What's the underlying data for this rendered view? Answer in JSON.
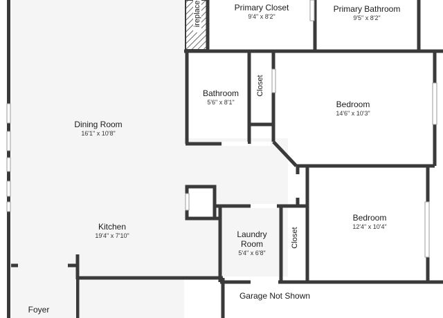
{
  "colors": {
    "wall": "#3a3a3a",
    "floor": "#f5f5f5",
    "window": "#d9d9d9",
    "hatch": "#6a6a6a"
  },
  "rooms": {
    "primary_closet": {
      "name": "Primary Closet",
      "dims": "9'4\" x 8'2\""
    },
    "primary_bathroom": {
      "name": "Primary Bathroom",
      "dims": "9'5\" x 8'2\""
    },
    "fireplace": {
      "name": "ireplace"
    },
    "bathroom": {
      "name": "Bathroom",
      "dims": "5'6\" x 8'1\""
    },
    "closet_top": {
      "name": "Closet"
    },
    "bedroom_top": {
      "name": "Bedroom",
      "dims": "14'6\" x 10'3\""
    },
    "dining_room": {
      "name": "Dining Room",
      "dims": "16'1\" x 10'8\""
    },
    "kitchen": {
      "name": "Kitchen",
      "dims": "19'4\" x 7'10\""
    },
    "laundry_room": {
      "name": "Laundry Room",
      "name_line1": "Laundry",
      "name_line2": "Room",
      "dims": "5'4\" x 6'8\""
    },
    "closet_bottom": {
      "name": "Closet"
    },
    "bedroom_bottom": {
      "name": "Bedroom",
      "dims": "12'4\" x 10'4\""
    },
    "garage": {
      "name": "Garage Not Shown"
    },
    "foyer": {
      "name": "Foyer"
    }
  }
}
